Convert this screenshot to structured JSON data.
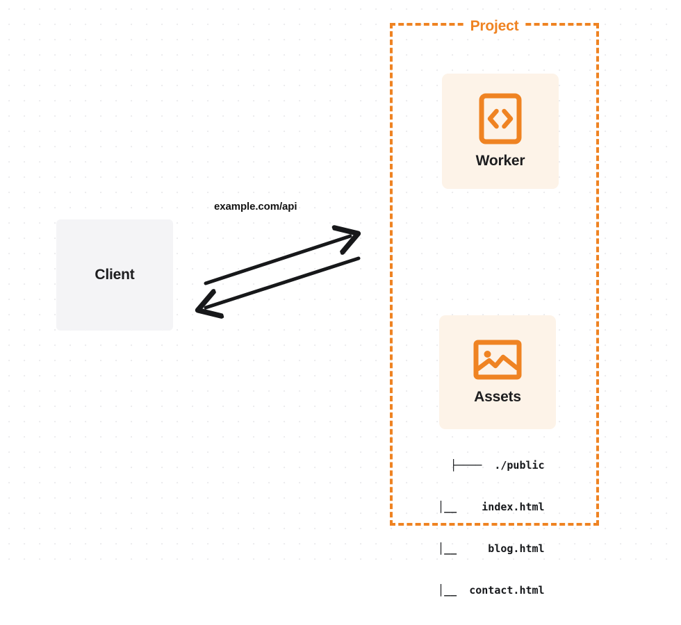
{
  "diagram": {
    "type": "architecture-flow",
    "background": "dot-grid",
    "accent_color": "#ef8322",
    "card_bg_color": "#fdf3e8",
    "client_bg_color": "#f4f4f6",
    "text_color": "#1d1d1f"
  },
  "client": {
    "label": "Client"
  },
  "connection": {
    "label": "example.com/api",
    "request_direction": "client-to-project",
    "response_direction": "project-to-client"
  },
  "project": {
    "title": "Project",
    "services": [
      {
        "label": "Worker",
        "icon": "code-brackets-icon"
      },
      {
        "label": "Assets",
        "icon": "image-icon"
      }
    ],
    "file_tree": {
      "root_branch": "├──",
      "rows": [
        {
          "prefix": "├── ",
          "name": "./public"
        },
        {
          "prefix": "   │__ ",
          "name": "index.html"
        },
        {
          "prefix": "   │__ ",
          "name": "blog.html"
        },
        {
          "prefix": "   │__ ",
          "name": "contact.html"
        }
      ],
      "lines": [
        "├────  ./public",
        "  │__    index.html",
        "  │__     blog.html",
        "  │__  contact.html"
      ]
    }
  }
}
